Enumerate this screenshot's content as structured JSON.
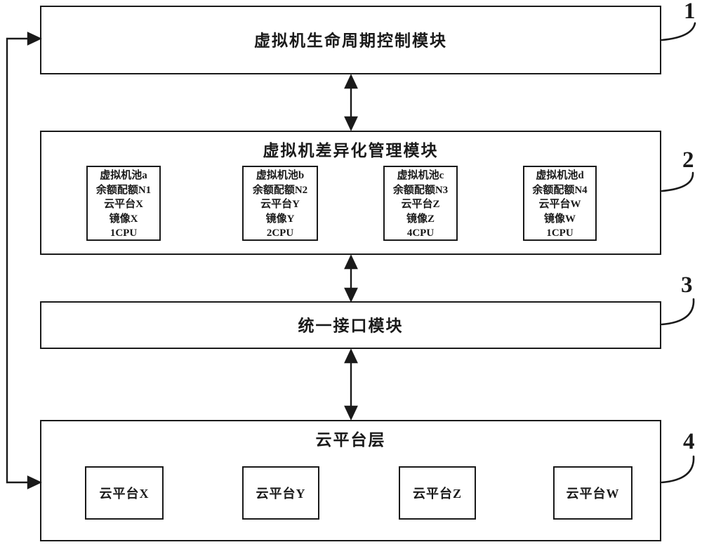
{
  "modules": [
    {
      "ref": "1",
      "title": "虚拟机生命周期控制模块"
    },
    {
      "ref": "2",
      "title": "虚拟机差异化管理模块",
      "pools": [
        {
          "lines": [
            "虚拟机池a",
            "余额配额N1",
            "云平台X",
            "镜像X",
            "1CPU"
          ]
        },
        {
          "lines": [
            "虚拟机池b",
            "余额配额N2",
            "云平台Y",
            "镜像Y",
            "2CPU"
          ]
        },
        {
          "lines": [
            "虚拟机池c",
            "余额配额N3",
            "云平台Z",
            "镜像Z",
            "4CPU"
          ]
        },
        {
          "lines": [
            "虚拟机池d",
            "余额配额N4",
            "云平台W",
            "镜像W",
            "1CPU"
          ]
        }
      ]
    },
    {
      "ref": "3",
      "title": "统一接口模块"
    },
    {
      "ref": "4",
      "title": "云平台层",
      "platforms": [
        "云平台X",
        "云平台Y",
        "云平台Z",
        "云平台W"
      ]
    }
  ],
  "colors": {
    "line": "#1a1a1a",
    "background": "#ffffff"
  }
}
